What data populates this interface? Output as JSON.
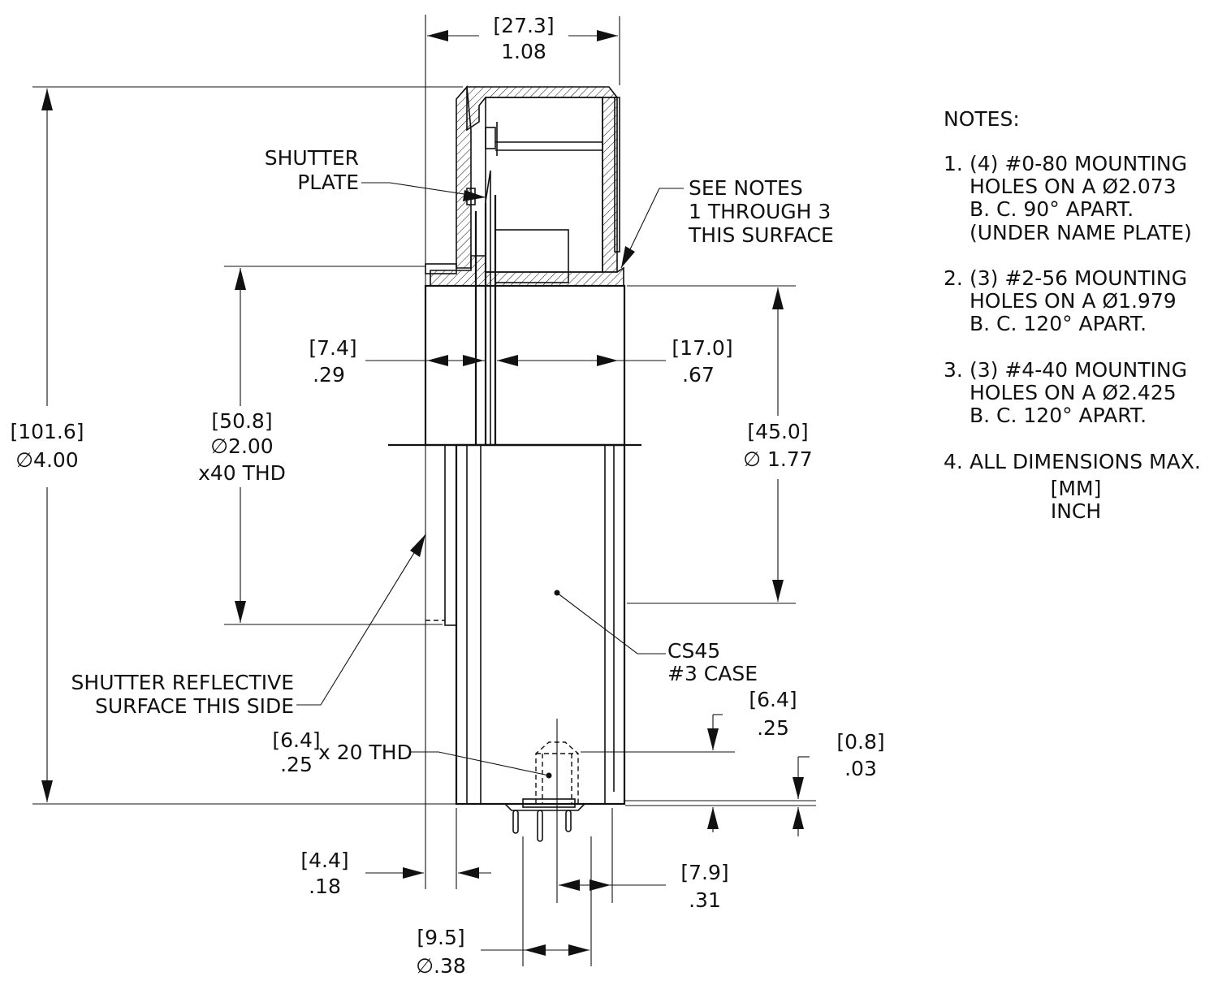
{
  "dimensions": {
    "overall_width": {
      "mm": "[27.3]",
      "inch": "1.08"
    },
    "overall_diameter": {
      "mm": "[101.6]",
      "inch": "∅4.00"
    },
    "thread_diameter": {
      "mm": "[50.8]",
      "inch": "∅2.00",
      "thread": "x40 THD"
    },
    "shutter_offset": {
      "mm": "[7.4]",
      "inch": ".29"
    },
    "plate_to_face": {
      "mm": "[17.0]",
      "inch": ".67"
    },
    "body_diameter": {
      "mm": "[45.0]",
      "inch": "∅ 1.77"
    },
    "thread_length": {
      "mm": "[4.4]",
      "inch": ".18"
    },
    "pin_circle": {
      "mm": "[9.5]",
      "inch": "∅.38"
    },
    "pin_offset": {
      "mm": "[7.9]",
      "inch": ".31"
    },
    "hole_depth": {
      "mm": "[6.4]",
      "inch": ".25"
    },
    "pin_standoff": {
      "mm": "[0.8]",
      "inch": ".03"
    },
    "tapped_hole": {
      "mm": "[6.4]",
      "inch": ".25",
      "thread": "x 20 THD"
    }
  },
  "labels": {
    "shutter_plate": [
      "SHUTTER",
      "PLATE"
    ],
    "see_notes": [
      "SEE NOTES",
      "1 THROUGH 3",
      "THIS SURFACE"
    ],
    "case": [
      "CS45",
      "#3 CASE"
    ],
    "reflective": [
      "SHUTTER REFLECTIVE",
      "SURFACE THIS SIDE"
    ]
  },
  "notes": {
    "heading": "NOTES:",
    "items": [
      {
        "num": "1.",
        "lines": [
          "(4) #0-80 MOUNTING",
          "HOLES ON A Ø2.073",
          "B. C. 90° APART.",
          "(UNDER NAME PLATE)"
        ]
      },
      {
        "num": "2.",
        "lines": [
          "(3) #2-56 MOUNTING",
          "HOLES ON A Ø1.979",
          "B. C. 120° APART."
        ]
      },
      {
        "num": "3.",
        "lines": [
          "(3) #4-40 MOUNTING",
          "HOLES ON A Ø2.425",
          "B. C. 120°  APART."
        ]
      },
      {
        "num": "4.",
        "lines": [
          "ALL DIMENSIONS MAX."
        ]
      }
    ],
    "units": [
      "[MM]",
      "INCH"
    ]
  }
}
